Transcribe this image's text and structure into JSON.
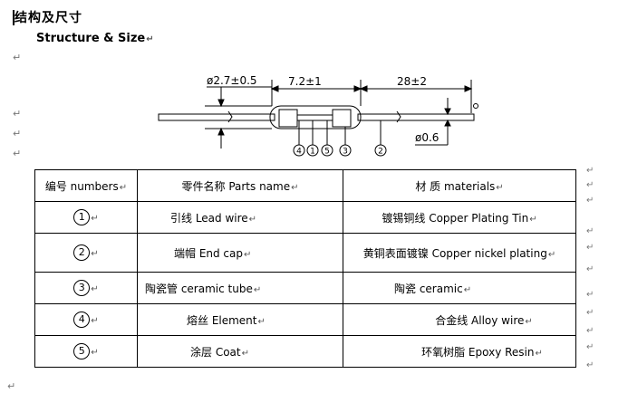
{
  "document": {
    "title_cn": "结构及尺寸",
    "title_en": "Structure & Size",
    "paragraph_mark": "↵"
  },
  "drawing": {
    "dim_diameter_body": "ø2.7±0.5",
    "dim_body_length": "7.2±1",
    "dim_lead_length": "28±2",
    "dim_lead_diameter": "ø0.6",
    "callouts": [
      "4",
      "1",
      "5",
      "3",
      "2"
    ]
  },
  "table": {
    "headers": [
      "编号 numbers",
      "零件名称 Parts name",
      "材  质 materials"
    ],
    "rows": [
      {
        "num": "1",
        "part": "引线 Lead wire",
        "material": "镀锡铜线 Copper Plating Tin"
      },
      {
        "num": "2",
        "part": "端帽 End cap",
        "material": "黄铜表面镀镍 Copper nickel plating"
      },
      {
        "num": "3",
        "part": "陶瓷管 ceramic tube",
        "material": "陶瓷 ceramic"
      },
      {
        "num": "4",
        "part": "熔丝 Element",
        "material": "合金线 Alloy wire"
      },
      {
        "num": "5",
        "part": "涂层 Coat",
        "material": "环氧树脂 Epoxy Resin"
      }
    ]
  }
}
